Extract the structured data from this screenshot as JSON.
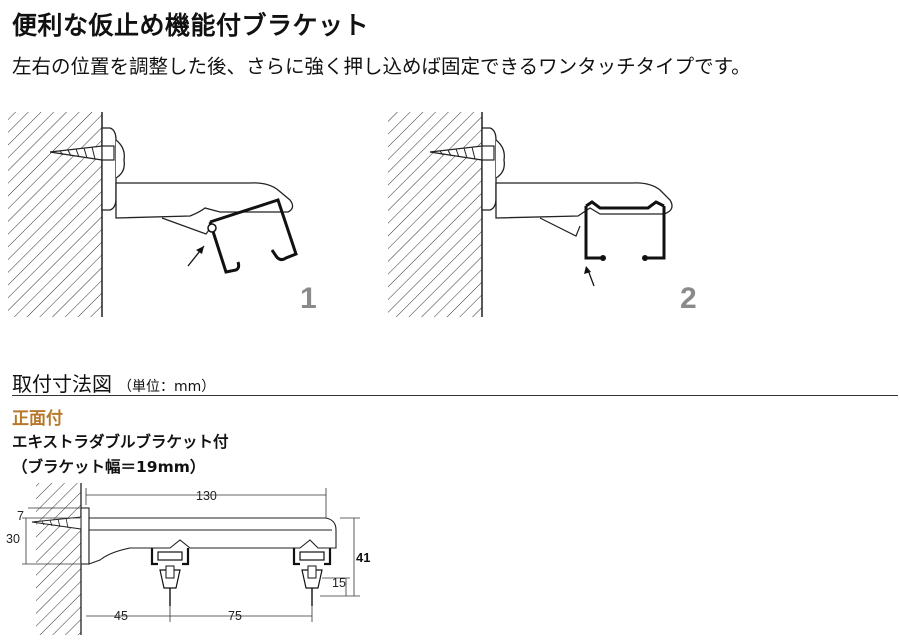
{
  "header": {
    "title": "便利な仮止め機能付ブラケット",
    "subtitle": "左右の位置を調整した後、さらに強く押し込めば固定できるワンタッチタイプです。"
  },
  "figures": [
    {
      "number": "1"
    },
    {
      "number": "2"
    }
  ],
  "section": {
    "title": "取付寸法図",
    "unit": "（単位：mm）",
    "mount_type": "正面付",
    "product_name": "エキストラダブルブラケット付",
    "product_note": "（ブラケット幅＝19mm）"
  },
  "dimensions": {
    "total_depth": "130",
    "screw_offset": "7",
    "mount_height": "30",
    "bracket_height": "41",
    "runner_drop": "15",
    "inner_offset": "45",
    "rail_pitch": "75"
  }
}
